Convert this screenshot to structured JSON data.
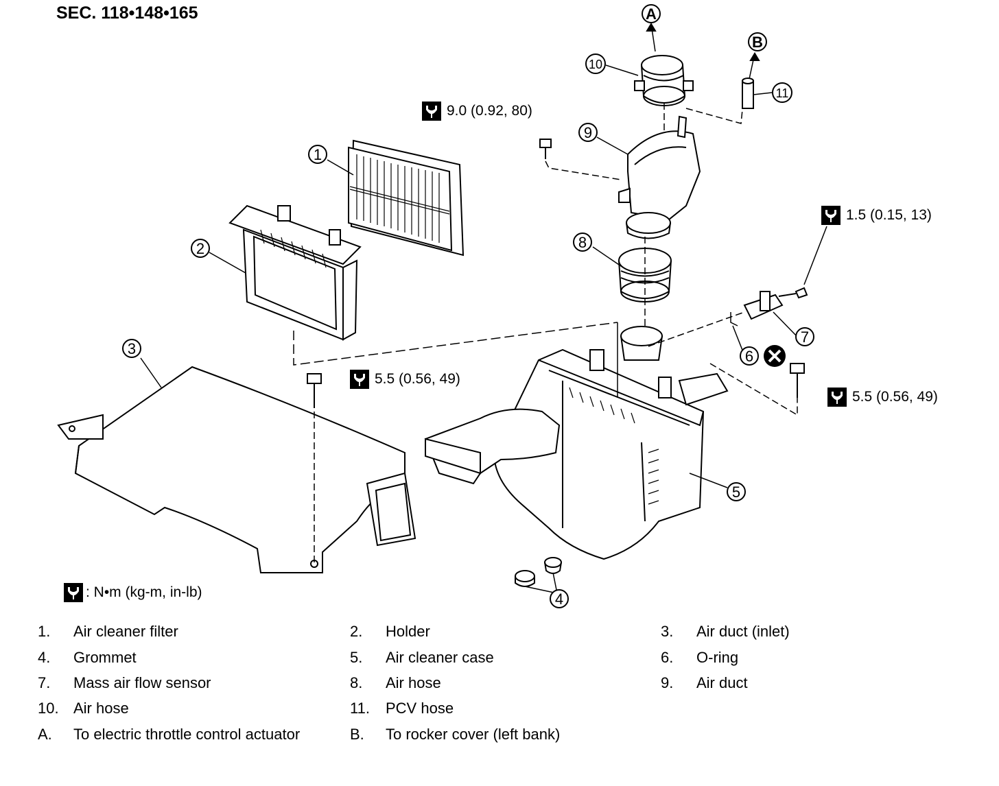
{
  "section": "SEC. 118•148•165",
  "torque_specs": [
    {
      "value": "9.0 (0.92, 80)"
    },
    {
      "value": "1.5 (0.15, 13)"
    },
    {
      "value": "5.5 (0.56, 49)"
    },
    {
      "value": "5.5 (0.56, 49)"
    }
  ],
  "unit_note": ": N•m (kg-m, in-lb)",
  "callouts": {
    "c1": "1",
    "c2": "2",
    "c3": "3",
    "c4": "4",
    "c5": "5",
    "c6": "6",
    "c7": "7",
    "c8": "8",
    "c9": "9",
    "c10": "10",
    "c11": "11",
    "cA": "A",
    "cB": "B"
  },
  "legend": [
    {
      "num": "1.",
      "label": "Air cleaner filter"
    },
    {
      "num": "2.",
      "label": "Holder"
    },
    {
      "num": "3.",
      "label": "Air duct (inlet)"
    },
    {
      "num": "4.",
      "label": "Grommet"
    },
    {
      "num": "5.",
      "label": "Air cleaner case"
    },
    {
      "num": "6.",
      "label": "O-ring"
    },
    {
      "num": "7.",
      "label": "Mass air flow sensor"
    },
    {
      "num": "8.",
      "label": "Air hose"
    },
    {
      "num": "9.",
      "label": "Air duct"
    },
    {
      "num": "10.",
      "label": "Air hose"
    },
    {
      "num": "11.",
      "label": "PCV hose"
    },
    {
      "num": "A.",
      "label": "To electric throttle control actuator"
    },
    {
      "num": "B.",
      "label": "To rocker cover (left bank)"
    }
  ],
  "icons": {
    "torque": "torque-wrench-icon",
    "replace": "do-not-reuse-icon"
  }
}
